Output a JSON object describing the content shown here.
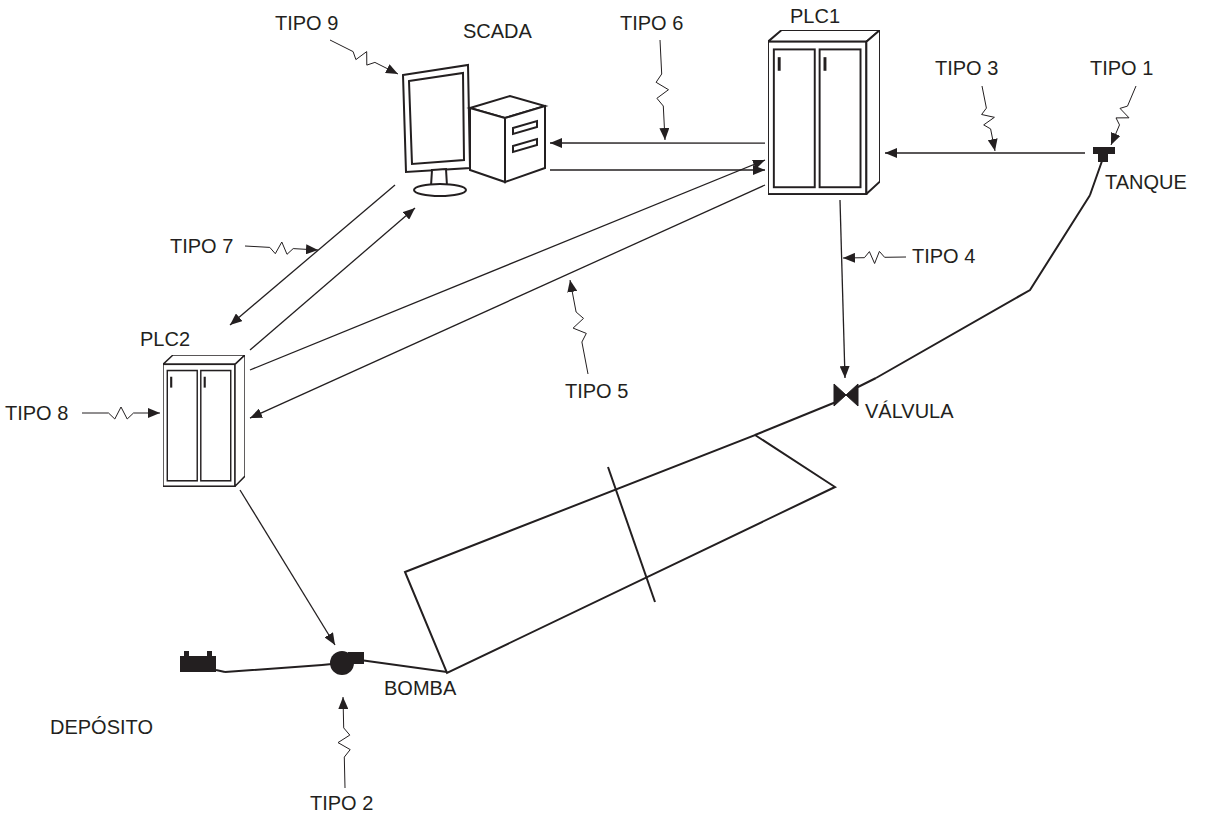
{
  "diagram": {
    "nodes": [
      {
        "text": [
          "SCADA"
        ]
      },
      {
        "text": [
          "PLC1"
        ]
      },
      {
        "text": [
          "PLC2"
        ]
      },
      {
        "text": [
          "TANQUE"
        ]
      },
      {
        "text": [
          "VÁLVULA"
        ]
      },
      {
        "text": [
          "BOMBA"
        ]
      },
      {
        "text": [
          "DEPÓSITO"
        ]
      }
    ],
    "edges": [
      {
        "from": 3,
        "to": 1,
        "arrow": "to"
      },
      {
        "from": 1,
        "to": 4,
        "arrow": "to"
      },
      {
        "from": 1,
        "to": 0,
        "arrow": "to"
      },
      {
        "from": 0,
        "to": 1,
        "arrow": "to"
      },
      {
        "from": 2,
        "to": 1,
        "arrow": "to"
      },
      {
        "from": 1,
        "to": 2,
        "arrow": "to"
      },
      {
        "from": 0,
        "to": 2,
        "arrow": "to"
      },
      {
        "from": 2,
        "to": 0,
        "arrow": "to"
      },
      {
        "from": 2,
        "to": 5,
        "arrow": "to"
      },
      {
        "from": 3,
        "to": 4,
        "arrow": "none"
      },
      {
        "from": 6,
        "to": 5,
        "arrow": "none"
      }
    ],
    "labels": [
      "TIPO 9",
      "TIPO 6",
      "TIPO 3",
      "TIPO 1",
      "TIPO 4",
      "TIPO 7",
      "TIPO 5",
      "TIPO 8",
      "TIPO 2"
    ]
  }
}
